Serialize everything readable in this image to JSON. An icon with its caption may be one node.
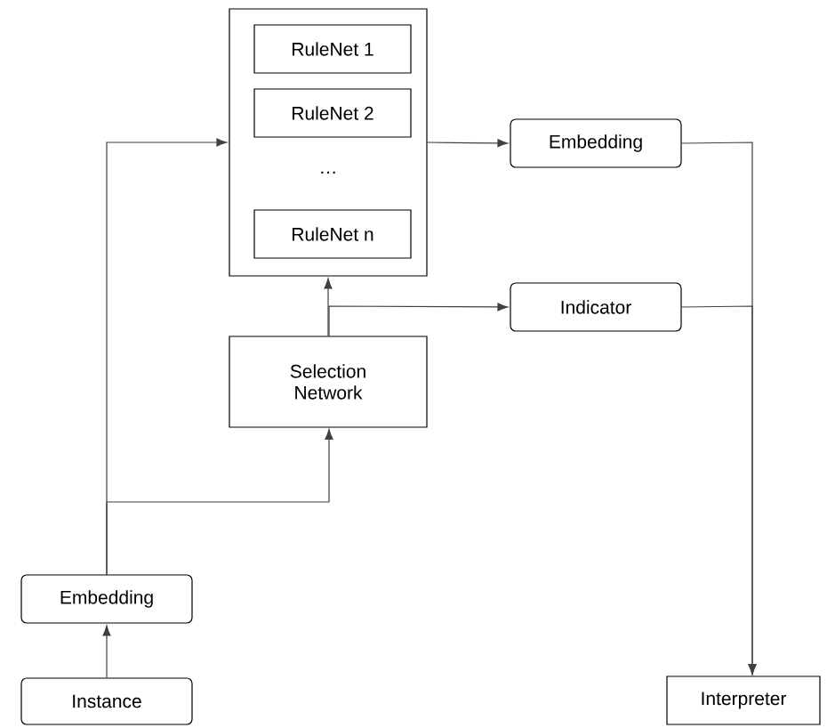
{
  "diagram": {
    "nodes": [
      {
        "text": [
          "…"
        ]
      },
      {
        "text": [
          "RuleNet 1"
        ],
        "in": 0
      },
      {
        "text": [
          "RuleNet 2"
        ],
        "in": 0
      },
      {
        "text": [
          "RuleNet n"
        ],
        "in": 0
      },
      {
        "text": [
          "Embedding"
        ]
      },
      {
        "text": [
          "Selection Network"
        ]
      },
      {
        "text": [
          "Indicator"
        ]
      },
      {
        "text": [
          "Embedding"
        ]
      },
      {
        "text": [
          "Instance"
        ]
      },
      {
        "text": [
          "Interpreter"
        ]
      }
    ],
    "edges": [
      {
        "from": 8,
        "to": 7,
        "arrow": "to"
      },
      {
        "from": 7,
        "to": 0,
        "arrow": "to"
      },
      {
        "from": 7,
        "to": 5,
        "arrow": "to"
      },
      {
        "from": 5,
        "to": 0,
        "arrow": "to"
      },
      {
        "from": 5,
        "to": 6,
        "arrow": "to"
      },
      {
        "from": 0,
        "to": 4,
        "arrow": "to"
      },
      {
        "from": 4,
        "to": 9,
        "arrow": "to"
      },
      {
        "from": 6,
        "to": 9,
        "arrow": "to"
      }
    ]
  }
}
